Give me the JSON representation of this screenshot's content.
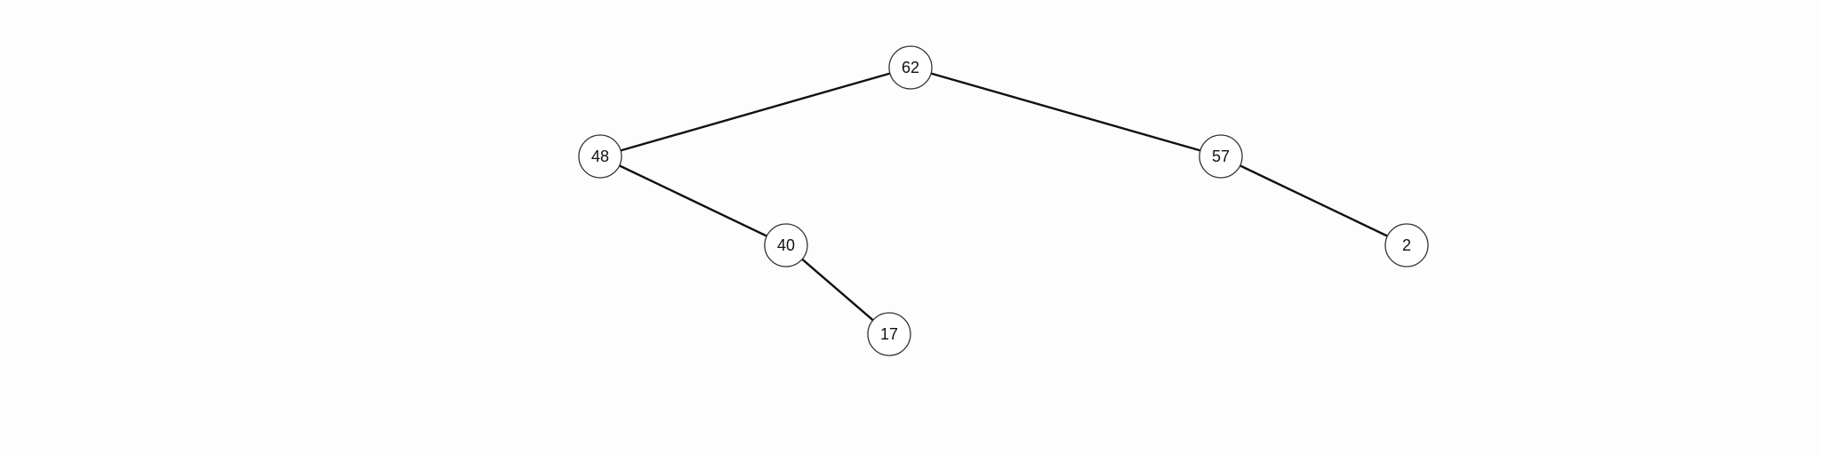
{
  "tree": {
    "nodes": [
      {
        "id": "n62",
        "label": "62"
      },
      {
        "id": "n48",
        "label": "48"
      },
      {
        "id": "n57",
        "label": "57"
      },
      {
        "id": "n40",
        "label": "40"
      },
      {
        "id": "n2",
        "label": "2"
      },
      {
        "id": "n17",
        "label": "17"
      }
    ],
    "edges": [
      {
        "from": "n62",
        "to": "n48"
      },
      {
        "from": "n62",
        "to": "n57"
      },
      {
        "from": "n48",
        "to": "n40"
      },
      {
        "from": "n57",
        "to": "n2"
      },
      {
        "from": "n40",
        "to": "n17"
      }
    ]
  }
}
